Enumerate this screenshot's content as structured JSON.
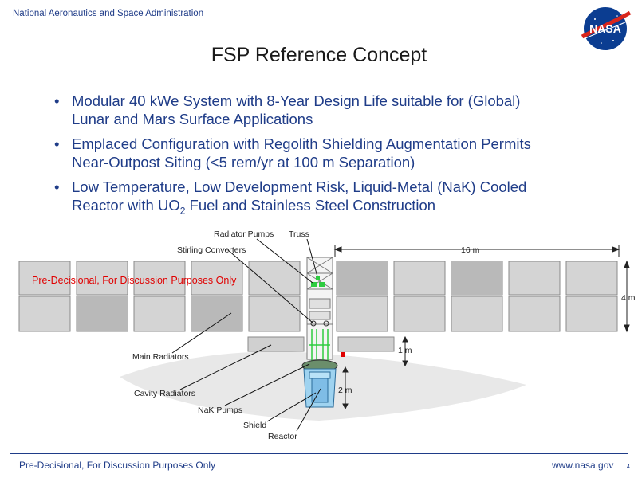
{
  "header": {
    "org": "National Aeronautics and Space Administration",
    "logo_text": "NASA"
  },
  "title": "FSP Reference Concept",
  "bullets": [
    {
      "line1": "Modular 40 kWe System with 8-Year Design Life suitable for (Global)",
      "line2": "Lunar and Mars Surface Applications"
    },
    {
      "line1": "Emplaced Configuration with Regolith Shielding Augmentation Permits",
      "line2": "Near-Outpost Siting (<5 rem/yr at 100 m Separation)"
    },
    {
      "line1": "Low Temperature, Low Development Risk, Liquid-Metal (NaK) Cooled",
      "line2_a": "Reactor with UO",
      "line2_sub": "2",
      "line2_b": " Fuel and Stainless Steel Construction"
    }
  ],
  "diagram": {
    "labels": {
      "radiator_pumps": "Radiator Pumps",
      "truss": "Truss",
      "stirling_converters": "Stirling Converters",
      "main_radiators": "Main Radiators",
      "cavity_radiators": "Cavity Radiators",
      "nak_pumps": "NaK Pumps",
      "shield": "Shield",
      "reactor": "Reactor"
    },
    "dimensions": {
      "width": "16 m",
      "height": "4 m",
      "gap": "1 m",
      "depth": "2 m"
    },
    "watermark": "Pre-Decisional, For Discussion Purposes Only"
  },
  "footer": {
    "left": "Pre-Decisional, For Discussion Purposes Only",
    "right": "www.nasa.gov",
    "page": "4"
  }
}
